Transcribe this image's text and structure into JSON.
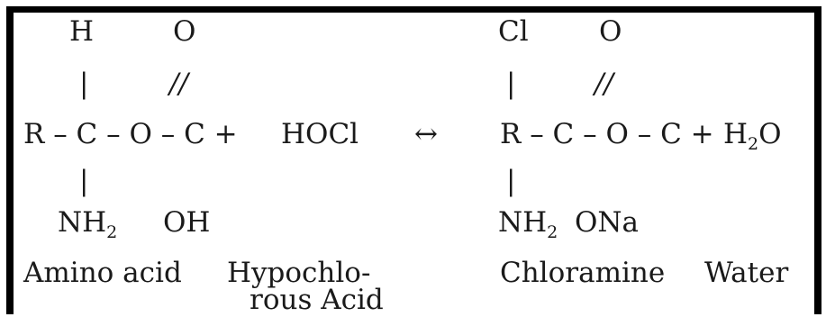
{
  "reactant": {
    "top_left_atom": "H",
    "top_right_atom": "O",
    "vertical_bond": "|",
    "double_bond": "//",
    "chain": "R – C – O – C +",
    "bottom_left_group": "NH",
    "bottom_left_sub": "2",
    "bottom_right_group": "OH",
    "label": "Amino acid"
  },
  "reagent": {
    "formula": "HOCl",
    "label_line1": "Hypochlo-",
    "label_line2": "rous Acid"
  },
  "arrow": "↔",
  "product": {
    "top_left_atom": "Cl",
    "top_right_atom": "O",
    "vertical_bond": "|",
    "double_bond": "//",
    "chain": "R – C – O – C +",
    "bottom_left_group": "NH",
    "bottom_left_sub": "2",
    "bottom_right_group": "ONa",
    "label": "Chloramine"
  },
  "byproduct": {
    "formula_main": "H",
    "formula_sub": "2",
    "formula_end": "O",
    "label": "Water"
  }
}
